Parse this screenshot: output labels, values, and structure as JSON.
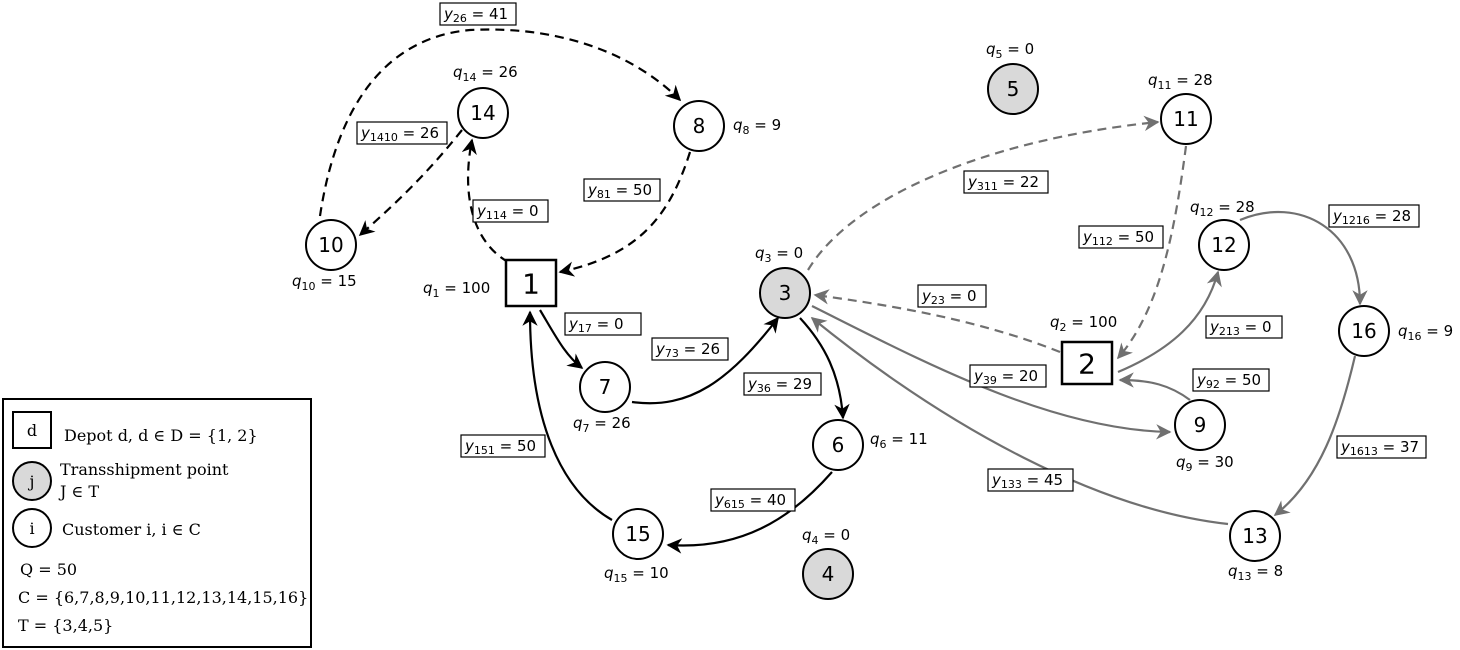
{
  "nodes": {
    "depots": [
      {
        "id": "1",
        "q_sym": "q",
        "q_sub": "1",
        "q_eq": " = 100"
      },
      {
        "id": "2",
        "q_sym": "q",
        "q_sub": "2",
        "q_eq": " = 100"
      }
    ],
    "transshipment": [
      {
        "id": "3",
        "q_sym": "q",
        "q_sub": "3",
        "q_eq": " = 0"
      },
      {
        "id": "4",
        "q_sym": "q",
        "q_sub": "4",
        "q_eq": " = 0"
      },
      {
        "id": "5",
        "q_sym": "q",
        "q_sub": "5",
        "q_eq": " = 0"
      }
    ],
    "customers": [
      {
        "id": "6",
        "q_sym": "q",
        "q_sub": "6",
        "q_eq": " = 11"
      },
      {
        "id": "7",
        "q_sym": "q",
        "q_sub": "7",
        "q_eq": " = 26"
      },
      {
        "id": "8",
        "q_sym": "q",
        "q_sub": "8",
        "q_eq": " = 9"
      },
      {
        "id": "9",
        "q_sym": "q",
        "q_sub": "9",
        "q_eq": " = 30"
      },
      {
        "id": "10",
        "q_sym": "q",
        "q_sub": "10",
        "q_eq": " = 15"
      },
      {
        "id": "11",
        "q_sym": "q",
        "q_sub": "11",
        "q_eq": " = 28"
      },
      {
        "id": "12",
        "q_sym": "q",
        "q_sub": "12",
        "q_eq": " = 28"
      },
      {
        "id": "13",
        "q_sym": "q",
        "q_sub": "13",
        "q_eq": " = 8"
      },
      {
        "id": "14",
        "q_sym": "q",
        "q_sub": "14",
        "q_eq": " = 26"
      },
      {
        "id": "15",
        "q_sym": "q",
        "q_sub": "15",
        "q_eq": " = 10"
      },
      {
        "id": "16",
        "q_sym": "q",
        "q_sub": "16",
        "q_eq": " = 9"
      }
    ]
  },
  "flows": [
    {
      "id": "26",
      "sym": "y",
      "sub": "26",
      "eq": " = 41"
    },
    {
      "id": "1410",
      "sym": "y",
      "sub": "1410",
      "eq": " = 26"
    },
    {
      "id": "114",
      "sym": "y",
      "sub": "114",
      "eq": " = 0"
    },
    {
      "id": "81",
      "sym": "y",
      "sub": "81",
      "eq": " = 50"
    },
    {
      "id": "17",
      "sym": "y",
      "sub": "17",
      "eq": " = 0"
    },
    {
      "id": "73",
      "sym": "y",
      "sub": "73",
      "eq": " = 26"
    },
    {
      "id": "36",
      "sym": "y",
      "sub": "36",
      "eq": " = 29"
    },
    {
      "id": "151",
      "sym": "y",
      "sub": "151",
      "eq": " = 50"
    },
    {
      "id": "615",
      "sym": "y",
      "sub": "615",
      "eq": " = 40"
    },
    {
      "id": "311",
      "sym": "y",
      "sub": "311",
      "eq": " = 22"
    },
    {
      "id": "112",
      "sym": "y",
      "sub": "112",
      "eq": " = 50"
    },
    {
      "id": "23",
      "sym": "y",
      "sub": "23",
      "eq": " = 0"
    },
    {
      "id": "39",
      "sym": "y",
      "sub": "39",
      "eq": " = 20"
    },
    {
      "id": "133",
      "sym": "y",
      "sub": "133",
      "eq": " = 45"
    },
    {
      "id": "1216",
      "sym": "y",
      "sub": "1216",
      "eq": " = 28"
    },
    {
      "id": "213",
      "sym": "y",
      "sub": "213",
      "eq": " = 0"
    },
    {
      "id": "92",
      "sym": "y",
      "sub": "92",
      "eq": " = 50"
    },
    {
      "id": "1613",
      "sym": "y",
      "sub": "1613",
      "eq": " = 37"
    }
  ],
  "legend": {
    "depot_symbol": "d",
    "depot_text": "Depot d, d ∈ D = {1, 2}",
    "trans_symbol": "j",
    "trans_text_line1": "Transshipment point",
    "trans_text_line2": "J ∈ T",
    "customer_symbol": "i",
    "customer_text": "Customer i, i ∈ C",
    "capacity": "Q = 50",
    "customer_set": "C = {6,7,8,9,10,11,12,13,14,15,16}",
    "trans_set": "T = {3,4,5}"
  },
  "colors": {
    "route_black": "#000000",
    "route_gray": "#707070",
    "transshipment_fill": "#d9d9d9"
  }
}
